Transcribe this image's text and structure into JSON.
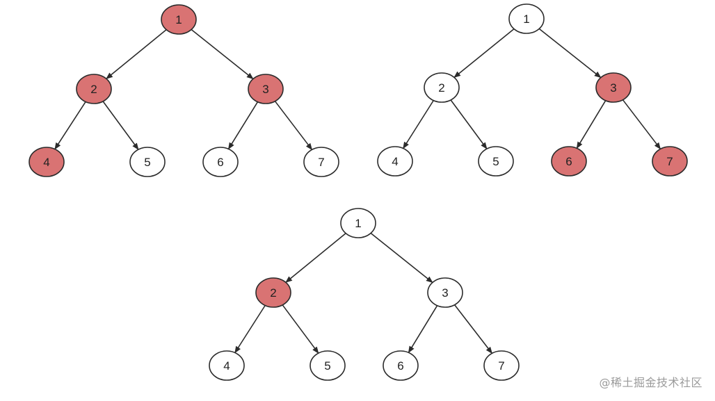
{
  "colors": {
    "highlight": "#d97373",
    "normal": "#ffffff",
    "stroke": "#2b2b2b",
    "edge": "#2b2b2b"
  },
  "trees": [
    {
      "id": "tree-1",
      "nodes": [
        {
          "id": "1",
          "label": "1",
          "highlighted": true
        },
        {
          "id": "2",
          "label": "2",
          "highlighted": true
        },
        {
          "id": "3",
          "label": "3",
          "highlighted": true
        },
        {
          "id": "4",
          "label": "4",
          "highlighted": true
        },
        {
          "id": "5",
          "label": "5",
          "highlighted": false
        },
        {
          "id": "6",
          "label": "6",
          "highlighted": false
        },
        {
          "id": "7",
          "label": "7",
          "highlighted": false
        }
      ]
    },
    {
      "id": "tree-2",
      "nodes": [
        {
          "id": "1",
          "label": "1",
          "highlighted": false
        },
        {
          "id": "2",
          "label": "2",
          "highlighted": false
        },
        {
          "id": "3",
          "label": "3",
          "highlighted": true
        },
        {
          "id": "4",
          "label": "4",
          "highlighted": false
        },
        {
          "id": "5",
          "label": "5",
          "highlighted": false
        },
        {
          "id": "6",
          "label": "6",
          "highlighted": true
        },
        {
          "id": "7",
          "label": "7",
          "highlighted": true
        }
      ]
    },
    {
      "id": "tree-3",
      "nodes": [
        {
          "id": "1",
          "label": "1",
          "highlighted": false
        },
        {
          "id": "2",
          "label": "2",
          "highlighted": true
        },
        {
          "id": "3",
          "label": "3",
          "highlighted": false
        },
        {
          "id": "4",
          "label": "4",
          "highlighted": false
        },
        {
          "id": "5",
          "label": "5",
          "highlighted": false
        },
        {
          "id": "6",
          "label": "6",
          "highlighted": false
        },
        {
          "id": "7",
          "label": "7",
          "highlighted": false
        }
      ]
    }
  ],
  "edges": [
    [
      "1",
      "2"
    ],
    [
      "1",
      "3"
    ],
    [
      "2",
      "4"
    ],
    [
      "2",
      "5"
    ],
    [
      "3",
      "6"
    ],
    [
      "3",
      "7"
    ]
  ],
  "watermark": "@稀土掘金技术社区"
}
